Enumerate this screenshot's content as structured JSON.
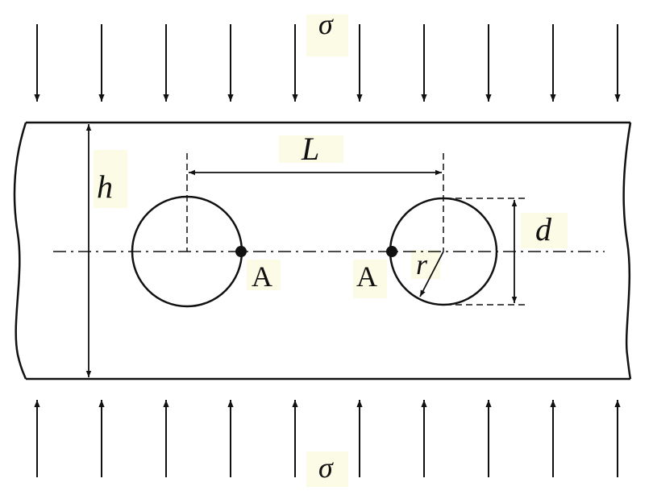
{
  "labels": {
    "sigma_top": "σ",
    "sigma_bottom": "σ",
    "L": "L",
    "h": "h",
    "d": "d",
    "r": "r",
    "A_left": "A",
    "A_right": "A"
  },
  "colors": {
    "line": "#111111",
    "label_highlight": "#fbfbe6",
    "background": "#ffffff"
  }
}
